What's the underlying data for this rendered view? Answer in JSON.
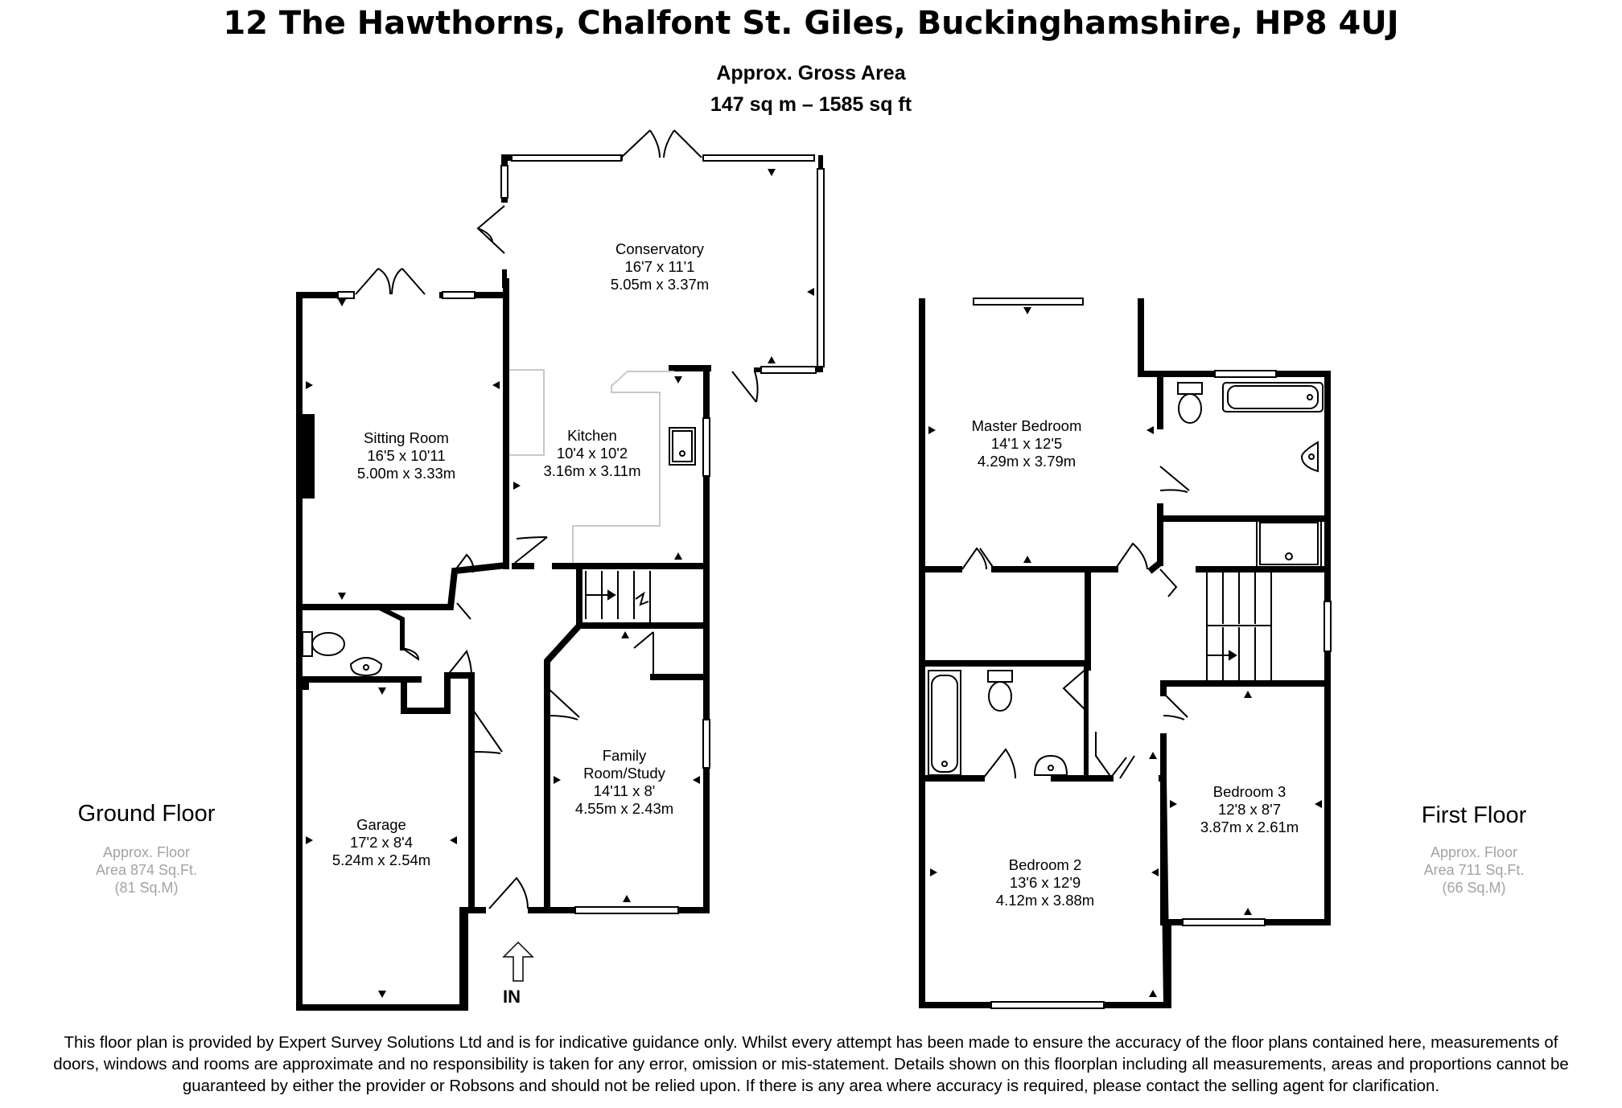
{
  "title": "12 The Hawthorns, Chalfont St. Giles, Buckinghamshire, HP8 4UJ",
  "gross_area": {
    "label": "Approx. Gross Area",
    "value": "147 sq m – 1585 sq ft"
  },
  "ground_floor": {
    "label": "Ground Floor",
    "area_line1": "Approx. Floor",
    "area_line2": "Area 874 Sq.Ft.",
    "area_line3": "(81 Sq.M)",
    "entrance": "IN",
    "rooms": [
      {
        "name": "Conservatory",
        "imperial": "16'7 x 11'1",
        "metric": "5.05m x 3.37m"
      },
      {
        "name": "Sitting Room",
        "imperial": "16'5 x 10'11",
        "metric": "5.00m x 3.33m"
      },
      {
        "name": "Kitchen",
        "imperial": "10'4 x 10'2",
        "metric": "3.16m x 3.11m"
      },
      {
        "name": "Family",
        "name2": "Room/Study",
        "imperial": "14'11 x 8'",
        "metric": "4.55m x 2.43m"
      },
      {
        "name": "Garage",
        "imperial": "17'2 x 8'4",
        "metric": "5.24m x 2.54m"
      }
    ]
  },
  "first_floor": {
    "label": "First Floor",
    "area_line1": "Approx. Floor",
    "area_line2": "Area 711 Sq.Ft.",
    "area_line3": "(66 Sq.M)",
    "rooms": [
      {
        "name": "Master Bedroom",
        "imperial": "14'1 x 12'5",
        "metric": "4.29m x 3.79m"
      },
      {
        "name": "Bedroom 3",
        "imperial": "12'8 x 8'7",
        "metric": "3.87m x 2.61m"
      },
      {
        "name": "Bedroom 2",
        "imperial": "13'6 x 12'9",
        "metric": "4.12m x 3.88m"
      }
    ]
  },
  "disclaimer": {
    "line1": "This floor plan is provided by Expert Survey Solutions Ltd and is for indicative guidance only. Whilst every attempt has been made to ensure the accuracy of the floor plans contained here, measurements of",
    "line2": "doors, windows and rooms are approximate and no responsibility is taken for any error, omission or mis-statement. Details shown on this floorplan including all measurements, areas and proportions cannot be",
    "line3": "guaranteed by either the provider or Robsons and should not be relied upon.  If there is any area where accuracy is required, please contact the selling agent for clarification."
  },
  "colors": {
    "wall": "#000000",
    "muted_text": "#a3a3a3",
    "fixture_line": "#c8c8c8",
    "background": "#ffffff"
  }
}
